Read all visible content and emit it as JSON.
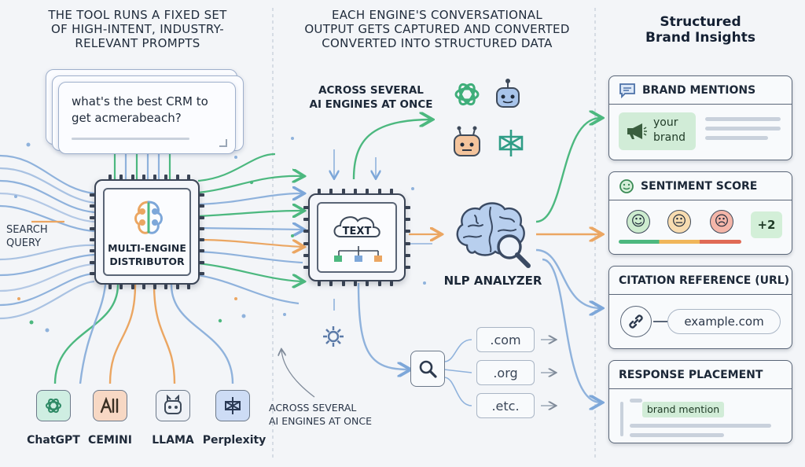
{
  "captions": {
    "col1": "The tool runs a fixed set\nof high-intent, industry-\nrelevant prompts",
    "col2": "Each engine's conversational\noutput gets captured and converted\nconverted into structured data",
    "col3": "Structured\nBrand Insights"
  },
  "prompt": {
    "text": "what's the best CRM to get acmerabeach?"
  },
  "search_query": "SEARCH\nQUERY",
  "distributor": {
    "label": "MULTI-ENGINE\nDISTRIBUTOR"
  },
  "engines_top_label": "ACROSS SEVERAL\nAI ENGINES AT ONCE",
  "engines_bottom_label": "ACROSS SEVERAL\nAI ENGINES AT ONCE",
  "text_chip": {
    "label": "TEXT"
  },
  "nlp": {
    "label": "NLP ANALYZER"
  },
  "engines": [
    {
      "name": "ChatGPT",
      "color": "#cfeee2",
      "icon": "openai-icon"
    },
    {
      "name": "CEMINI",
      "color": "#f7d8c4",
      "icon": "anthropic-icon"
    },
    {
      "name": "LLAMA",
      "color": "#eef1f6",
      "icon": "robot-icon"
    },
    {
      "name": "Perplexity",
      "color": "#cddcf5",
      "icon": "perplexity-icon"
    }
  ],
  "tlds": [
    ".com",
    ".org",
    ".etc."
  ],
  "insights": {
    "brand_mentions": {
      "title": "BRAND MENTIONS",
      "tag": "your\nbrand"
    },
    "sentiment": {
      "title": "SENTIMENT SCORE",
      "score": "+2"
    },
    "citation": {
      "title": "CITATION REFERENCE (URL)",
      "url": "example.com"
    },
    "placement": {
      "title": "RESPONSE PLACEMENT",
      "tag": "brand mention"
    }
  },
  "colors": {
    "blue": "#7da7d9",
    "green": "#4cb87f",
    "orange": "#eba662",
    "dark": "#3b4556"
  }
}
